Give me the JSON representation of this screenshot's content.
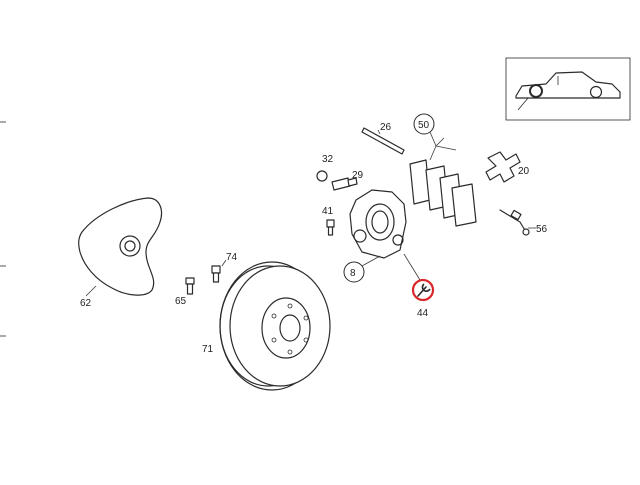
{
  "labels": {
    "p8": "8",
    "p20": "20",
    "p26": "26",
    "p29": "29",
    "p32": "32",
    "p41": "41",
    "p44": "44",
    "p50": "50",
    "p56": "56",
    "p62": "62",
    "p65": "65",
    "p71": "71",
    "p74": "74"
  },
  "colors": {
    "highlight_ring": "#d9262b",
    "line": "#2b2b2b"
  },
  "icons": {
    "p44_symbol": "wrench-icon"
  }
}
